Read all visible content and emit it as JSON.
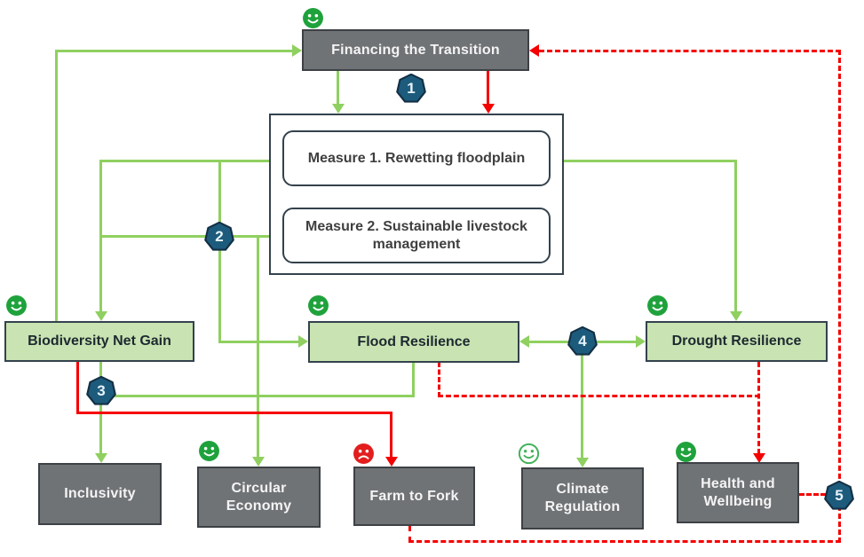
{
  "diagram": {
    "financing": {
      "label": "Financing the Transition"
    },
    "measures": {
      "measure1": {
        "label": "Measure 1. Rewetting floodplain"
      },
      "measure2": {
        "label": "Measure 2. Sustainable livestock management"
      }
    },
    "outcomes": {
      "biodiversity": {
        "label": "Biodiversity Net Gain"
      },
      "flood": {
        "label": "Flood Resilience"
      },
      "drought": {
        "label": "Drought Resilience"
      }
    },
    "impacts": {
      "inclusivity": {
        "label": "Inclusivity"
      },
      "circular": {
        "label": "Circular Economy"
      },
      "farm": {
        "label": "Farm to Fork"
      },
      "climate": {
        "label": "Climate Regulation"
      },
      "health": {
        "label": "Health and Wellbeing"
      }
    },
    "badges": {
      "b1": "1",
      "b2": "2",
      "b3": "3",
      "b4": "4",
      "b5": "5"
    },
    "icons": {
      "positive": "smiley-face-green",
      "positive_outline": "smiley-face-outline-green",
      "negative": "frown-face-red"
    },
    "colors": {
      "positive_link": "#8fd060",
      "negative_link": "#f50000",
      "outcome_fill": "#c9e3b2",
      "impact_fill": "#707376",
      "badge_fill": "#1d5b7c",
      "smiley_green": "#1fa23c",
      "frown_red": "#e31d1d"
    }
  }
}
